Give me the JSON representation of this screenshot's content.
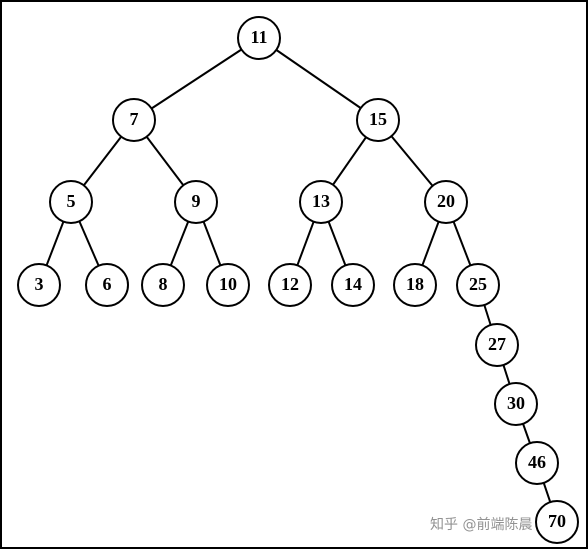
{
  "tree": {
    "nodes": [
      {
        "id": "n11",
        "label": "11"
      },
      {
        "id": "n7",
        "label": "7"
      },
      {
        "id": "n15",
        "label": "15"
      },
      {
        "id": "n5",
        "label": "5"
      },
      {
        "id": "n9",
        "label": "9"
      },
      {
        "id": "n13",
        "label": "13"
      },
      {
        "id": "n20",
        "label": "20"
      },
      {
        "id": "n3",
        "label": "3"
      },
      {
        "id": "n6",
        "label": "6"
      },
      {
        "id": "n8",
        "label": "8"
      },
      {
        "id": "n10",
        "label": "10"
      },
      {
        "id": "n12",
        "label": "12"
      },
      {
        "id": "n14",
        "label": "14"
      },
      {
        "id": "n18",
        "label": "18"
      },
      {
        "id": "n25",
        "label": "25"
      },
      {
        "id": "n27",
        "label": "27"
      },
      {
        "id": "n30",
        "label": "30"
      },
      {
        "id": "n46",
        "label": "46"
      },
      {
        "id": "n70",
        "label": "70"
      }
    ],
    "edges": [
      [
        "n11",
        "n7"
      ],
      [
        "n11",
        "n15"
      ],
      [
        "n7",
        "n5"
      ],
      [
        "n7",
        "n9"
      ],
      [
        "n15",
        "n13"
      ],
      [
        "n15",
        "n20"
      ],
      [
        "n5",
        "n3"
      ],
      [
        "n5",
        "n6"
      ],
      [
        "n9",
        "n8"
      ],
      [
        "n9",
        "n10"
      ],
      [
        "n13",
        "n12"
      ],
      [
        "n13",
        "n14"
      ],
      [
        "n20",
        "n18"
      ],
      [
        "n20",
        "n25"
      ],
      [
        "n25",
        "n27"
      ],
      [
        "n27",
        "n30"
      ],
      [
        "n30",
        "n46"
      ],
      [
        "n46",
        "n70"
      ]
    ]
  },
  "watermark": {
    "text": "知乎 @前端陈晨"
  }
}
